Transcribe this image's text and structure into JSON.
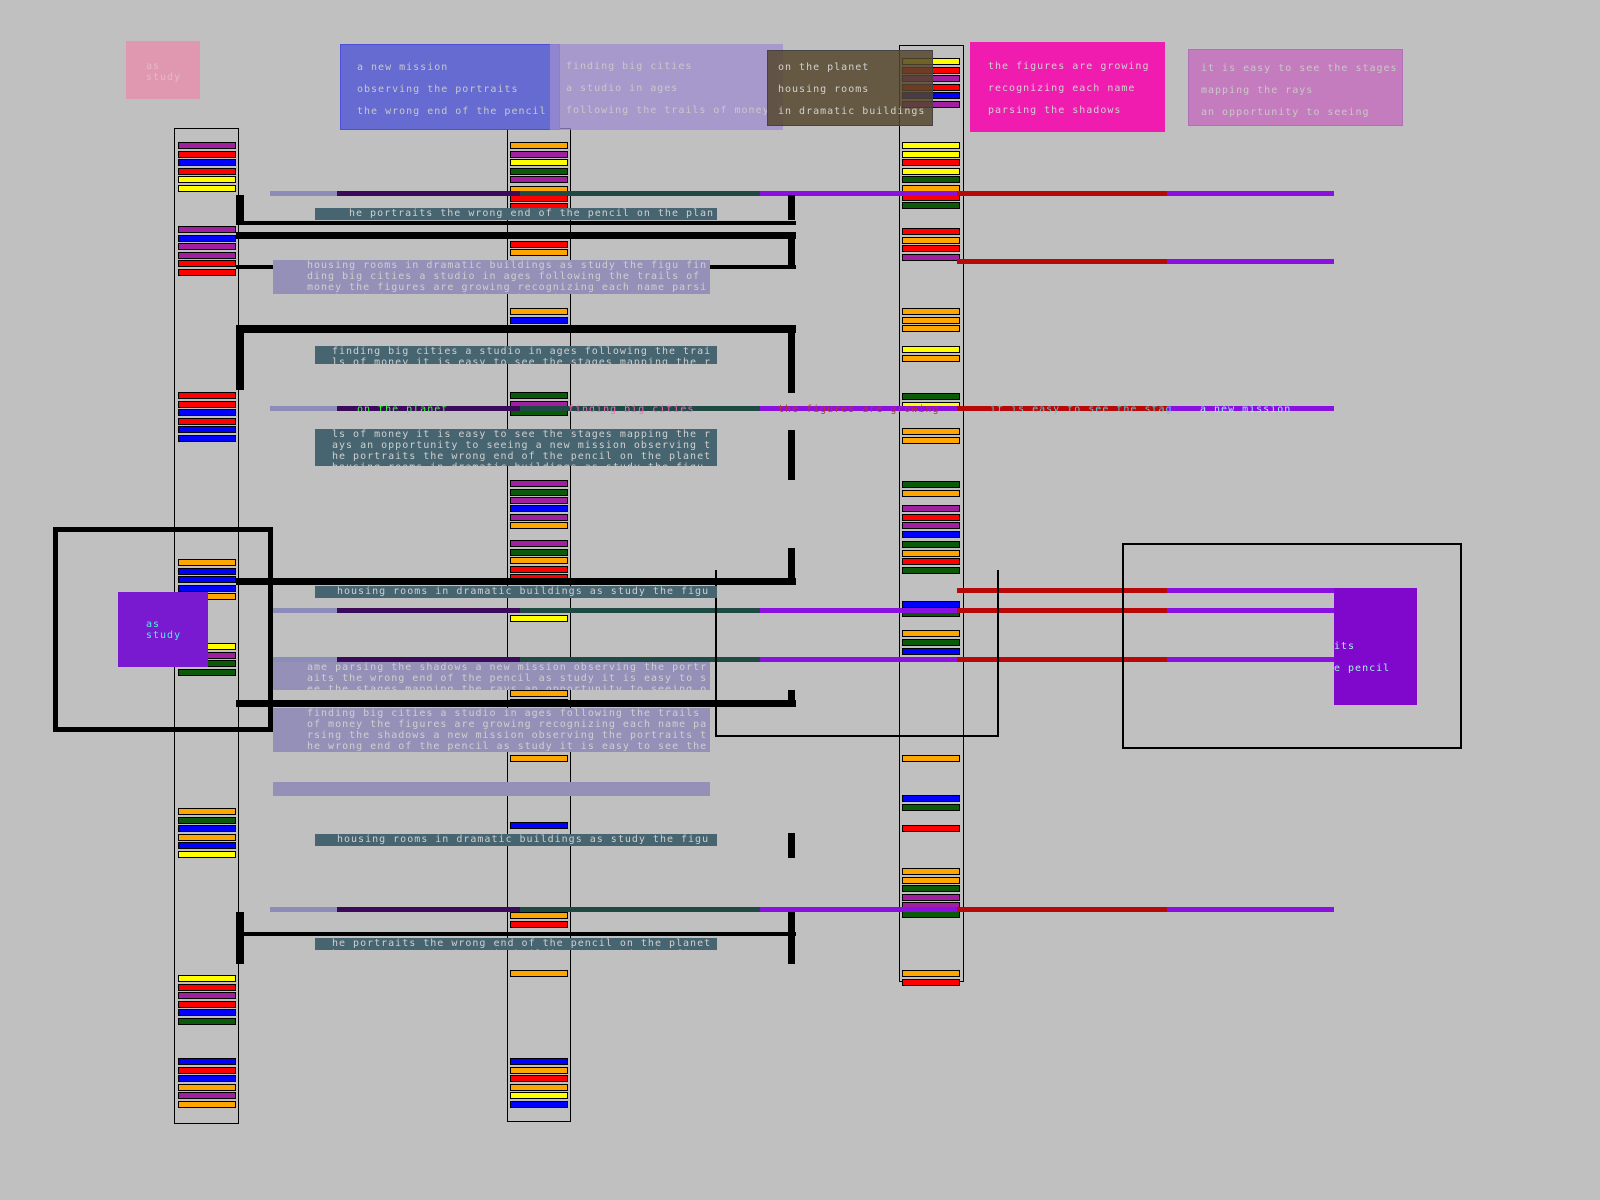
{
  "boxes": {
    "pink_small": {
      "lines": [
        "as",
        "study"
      ]
    },
    "blue": {
      "lines": [
        "a new mission",
        "observing the portraits",
        "the wrong end of the pencil"
      ]
    },
    "lavender": {
      "lines": [
        "finding big cities",
        "a studio in ages",
        "following the trails of money"
      ]
    },
    "brown": {
      "lines": [
        "on the planet",
        "housing rooms",
        "in dramatic buildings"
      ]
    },
    "magenta": {
      "lines": [
        "the figures are growing",
        "recognizing each name",
        "parsing the shadows"
      ]
    },
    "orchid": {
      "lines": [
        "it is easy to see the stages",
        "mapping the rays",
        "an opportunity to seeing"
      ]
    },
    "purple_left": {
      "lines": [
        "as",
        "study"
      ]
    },
    "purple_right": {
      "lines": [
        "its",
        "e pencil"
      ]
    }
  },
  "bands": {
    "t1": "he portraits the wrong end of the pencil on the planet",
    "l1": "housing rooms in dramatic buildings as study the figu finding big cities a studio in ages following the trails of money the figures are growing recognizing each name parsing the shadows a new mission observing the po",
    "t2": "finding big cities a studio in ages following the trails of money it is easy to see the stages mapping the r",
    "t3": "ls of money it is easy to see the stages mapping the rays an opportunity to seeing a new mission observing the portraits the wrong end of the pencil on the planet housing rooms in dramatic buildings as study the figu",
    "t4": "housing rooms in dramatic buildings as study the figu",
    "l2": "ame parsing the shadows a new mission observing the portraits the wrong end of the pencil as study it is easy to see the stages mapping the rays an opportunity to seeing on the planet housing rooms in drama",
    "l3": "finding big cities a studio in ages following the trails of money the figures are growing recognizing each name parsing the shadows a new mission observing the portraits the wrong end of the pencil as study it is easy to see the stages mapping the rays an opportunity to",
    "t5": "housing rooms in dramatic buildings as study the figu",
    "t6": "he portraits the wrong end of the pencil on the planet housing rooms in dramatic buildings as study the figu"
  },
  "row_labels": {
    "on_planet": "on the planet",
    "finding": "finding big cities",
    "figures": "the figures are growing",
    "easy": "it is easy to see the stag",
    "mission": "a new mission"
  },
  "colors": {
    "red": "#ff0000",
    "blue": "#0000ff",
    "yellow": "#ffff00",
    "orange": "#ffa500",
    "purple": "#a020a0",
    "green": "#0a5a0a"
  },
  "stacks": {
    "col1": [
      [
        "purple",
        "red",
        "blue",
        "red",
        "yellow",
        "yellow"
      ],
      [
        "purple",
        "blue",
        "purple",
        "purple",
        "red",
        "red"
      ],
      [
        "red",
        "red",
        "blue",
        "red",
        "blue",
        "blue"
      ],
      [
        "orange",
        "blue",
        "blue",
        "blue",
        "orange"
      ],
      [
        "yellow",
        "purple",
        "green",
        "green"
      ],
      [
        "orange",
        "green",
        "blue",
        "orange",
        "blue",
        "yellow"
      ],
      [
        "yellow",
        "red",
        "purple",
        "red",
        "blue",
        "green"
      ],
      [
        "blue",
        "red",
        "blue",
        "orange",
        "purple",
        "orange"
      ]
    ],
    "col2": [
      [
        "orange",
        "purple",
        "yellow",
        "green",
        "purple"
      ],
      [
        "orange",
        "red",
        "red"
      ],
      [
        "blue",
        "red",
        "orange"
      ],
      [
        "orange",
        "blue"
      ],
      [
        "green",
        "purple",
        "green"
      ],
      [
        "purple",
        "green",
        "purple"
      ],
      [
        "blue",
        "purple",
        "orange"
      ],
      [
        "purple",
        "green",
        "orange",
        "red",
        "red"
      ],
      [
        "yellow"
      ],
      [
        "orange",
        "yellow"
      ],
      [
        "orange"
      ],
      [
        "blue"
      ],
      [
        "orange",
        "red"
      ],
      [
        "orange"
      ],
      [
        "blue",
        "orange",
        "red",
        "orange",
        "yellow",
        "blue"
      ]
    ],
    "col3": [
      [
        "yellow",
        "red",
        "purple",
        "red",
        "blue",
        "purple"
      ],
      [
        "yellow",
        "yellow",
        "red",
        "yellow",
        "green",
        "orange",
        "red",
        "green"
      ],
      [
        "red",
        "orange",
        "red",
        "purple"
      ],
      [
        "orange",
        "orange",
        "orange"
      ],
      [
        "yellow",
        "orange"
      ],
      [
        "green",
        "yellow"
      ],
      [
        "orange",
        "orange"
      ],
      [
        "green",
        "orange"
      ],
      [
        "purple",
        "red",
        "purple",
        "blue"
      ],
      [
        "green",
        "orange",
        "red",
        "green"
      ],
      [
        "blue",
        "green"
      ],
      [
        "orange",
        "green"
      ],
      [
        "blue"
      ],
      [
        "orange"
      ],
      [
        "blue",
        "green"
      ],
      [
        "red"
      ],
      [
        "orange",
        "orange",
        "green",
        "purple",
        "purple",
        "green"
      ],
      [
        "orange",
        "red"
      ]
    ]
  }
}
